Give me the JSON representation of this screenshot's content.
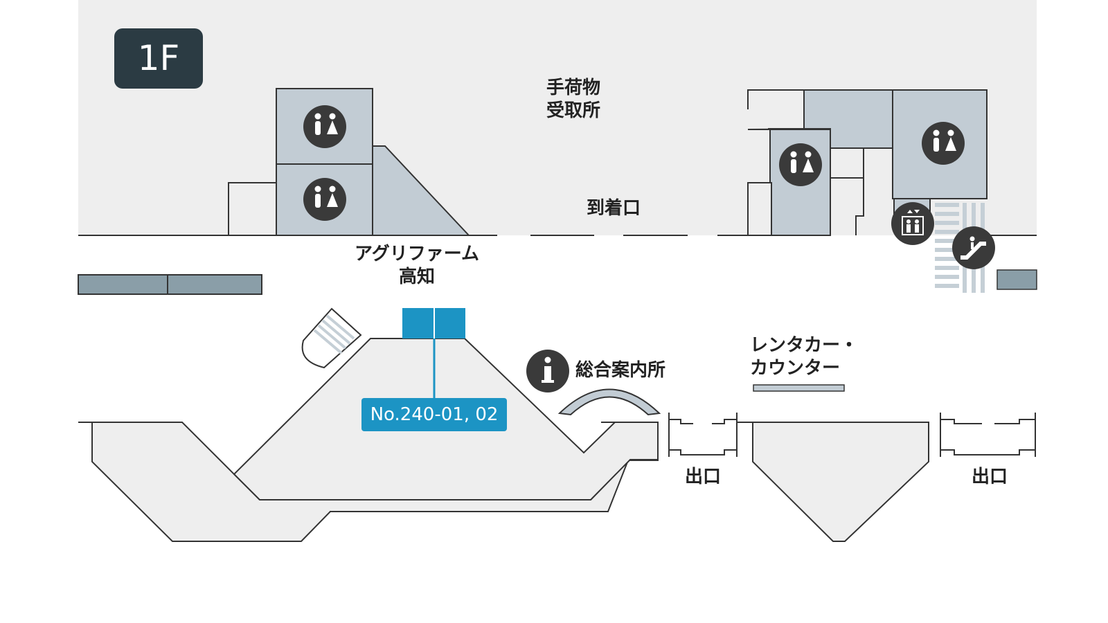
{
  "floor": "1F",
  "labels": {
    "baggage_claim_line1": "手荷物",
    "baggage_claim_line2": "受取所",
    "arrival_gate": "到着口",
    "agrifarm_line1": "アグリファーム",
    "agrifarm_line2": "高知",
    "info_center": "総合案内所",
    "rental_car_line1": "レンタカー・",
    "rental_car_line2": "カウンター",
    "exit_left": "出口",
    "exit_right": "出口",
    "booth_number": "No.240-01, 02"
  },
  "icons": [
    "restroom-icon",
    "elevator-icon",
    "escalator-icon",
    "info-icon"
  ],
  "colors": {
    "wall_area": "#eeeeee",
    "room_fill": "#c2ccd4",
    "wall_line": "#333333",
    "bench_fill": "#8a9ea8",
    "booth_blue": "#1c94c4",
    "icon_dark": "#3a3a3a",
    "badge_dark": "#2b3b43",
    "stair_stripe": "#c5cfd6"
  }
}
